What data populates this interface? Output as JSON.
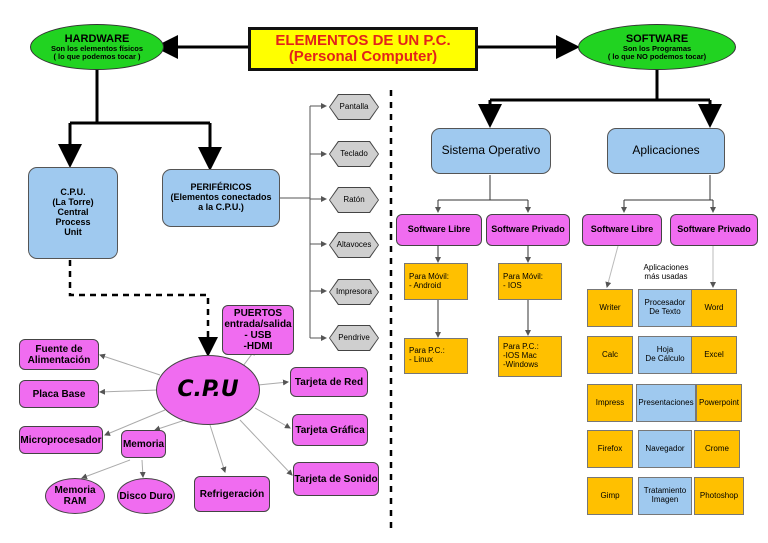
{
  "title": {
    "line1": "ELEMENTOS DE UN P.C.",
    "line2": "(Personal Computer)"
  },
  "hardware": {
    "title": "HARDWARE",
    "desc": "Son los elementos físicos\n( lo que podemos tocar )"
  },
  "software": {
    "title": "SOFTWARE",
    "desc": "Son los Programas\n( lo que NO podemos tocar)"
  },
  "cpu_box": "C.P.U.\n(La Torre)\nCentral\nProcess\nUnit",
  "perifericos": "PERIFÉRICOS\n(Elementos conectados\na la C.P.U.)",
  "peripherals": [
    "Pantalla",
    "Teclado",
    "Ratón",
    "Altavoces",
    "Impresora",
    "Pendrive"
  ],
  "cpu_center": "C.P.U",
  "cpu_parts": {
    "puertos": "PUERTOS\nentrada/salida\n- USB\n-HDMI",
    "fuente": "Fuente de\nAlimentación",
    "placa": "Placa Base",
    "micro": "Microprocesador",
    "memoria": "Memoria",
    "ram": "Memoria\nRAM",
    "disco": "Disco Duro",
    "refrigeracion": "Refrigeración",
    "red": "Tarjeta de Red",
    "grafica": "Tarjeta Gráfica",
    "sonido": "Tarjeta de Sonido"
  },
  "so": {
    "title": "Sistema Operativo",
    "libre": "Software Libre",
    "privado": "Software Privado",
    "movil_libre": "Para Móvil:\n- Android",
    "pc_libre": "Para P.C.:\n- Linux",
    "movil_priv": "Para Móvil:\n- IOS",
    "pc_priv": "Para P.C.:\n-IOS Mac\n-Windows"
  },
  "apps": {
    "title": "Aplicaciones",
    "libre": "Software Libre",
    "privado": "Software Privado",
    "header": "Aplicaciones\nmás usadas",
    "rows": [
      {
        "libre": "Writer",
        "uso": "Procesador\nDe Texto",
        "privado": "Word"
      },
      {
        "libre": "Calc",
        "uso": "Hoja\nDe Cálculo",
        "privado": "Excel"
      },
      {
        "libre": "Impress",
        "uso": "Presentaciones",
        "privado": "Powerpoint"
      },
      {
        "libre": "Firefox",
        "uso": "Navegador",
        "privado": "Crome"
      },
      {
        "libre": "Gimp",
        "uso": "Tratamiento\nImagen",
        "privado": "Photoshop"
      }
    ]
  }
}
